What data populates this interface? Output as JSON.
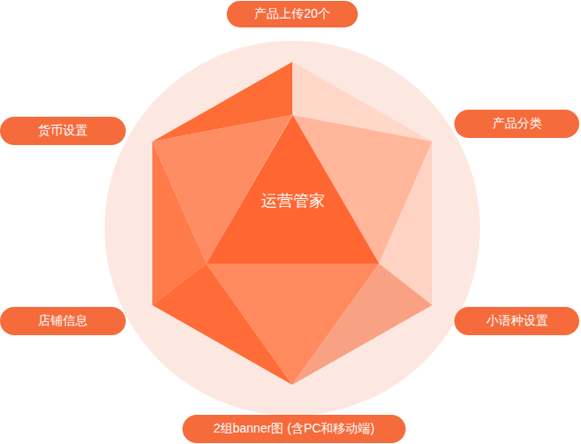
{
  "diagram": {
    "nodes": [
      {
        "text": [
          "产品上传20个"
        ]
      },
      {
        "text": [
          "货币设置"
        ]
      },
      {
        "text": [
          "产品分类"
        ]
      },
      {
        "text": [
          "运营管家"
        ]
      },
      {
        "text": [
          "店铺信息"
        ]
      },
      {
        "text": [
          "小语种设置"
        ]
      },
      {
        "text": [
          "2组banner图 (含PC和移动端)"
        ]
      }
    ]
  }
}
